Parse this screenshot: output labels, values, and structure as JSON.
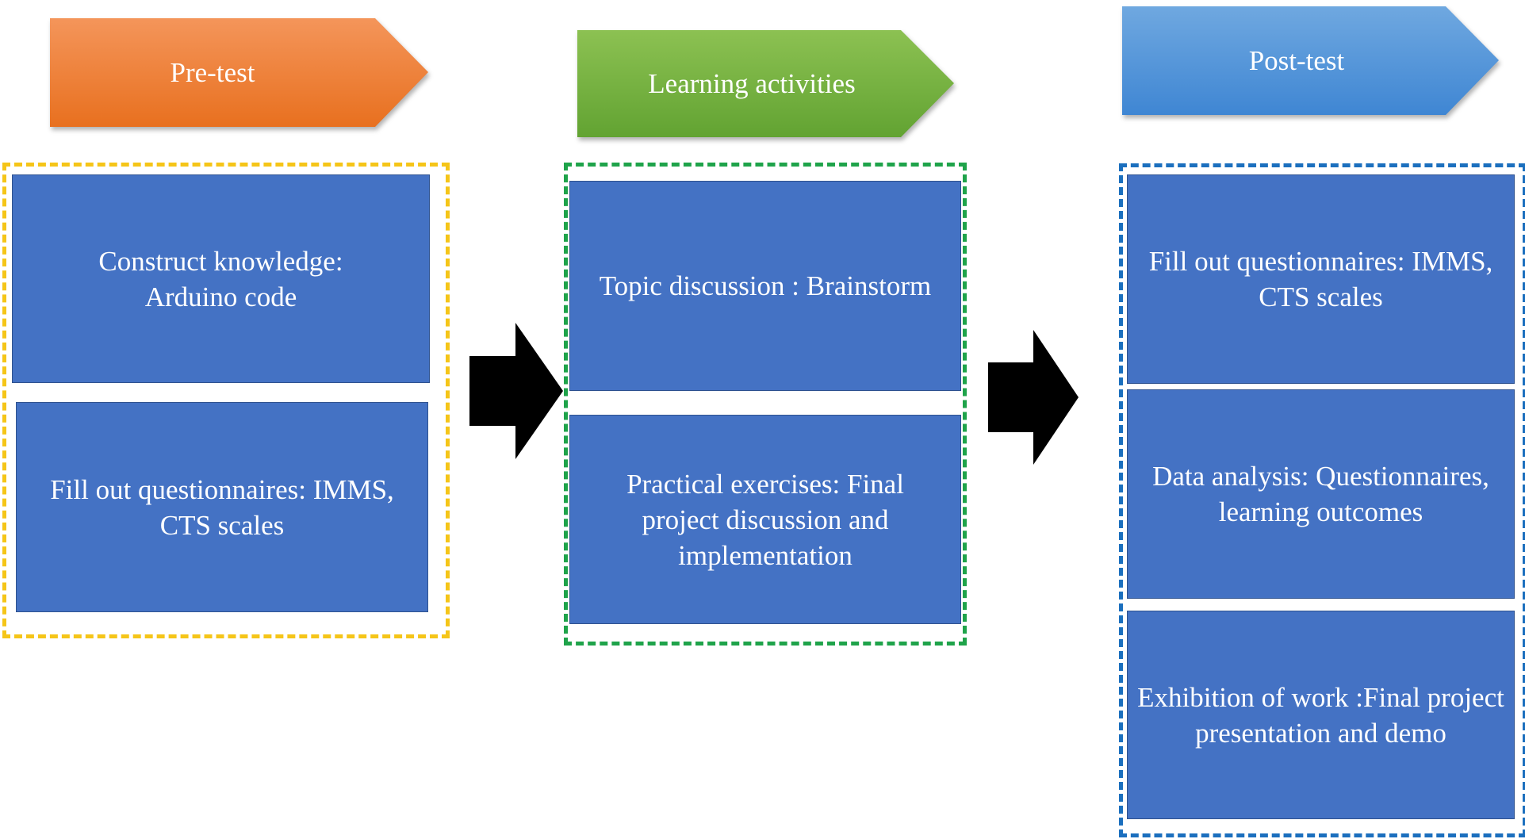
{
  "stages": {
    "pre_test": {
      "title": "Pre-test",
      "color_top": "#f4955a",
      "color_bottom": "#e8701f",
      "frame_color": "#f5c518",
      "boxes": [
        "Construct knowledge: Arduino code",
        "Fill out questionnaires: IMMS, CTS scales"
      ]
    },
    "learning": {
      "title": "Learning activities",
      "color_top": "#8cc152",
      "color_bottom": "#62a332",
      "frame_color": "#1fa34a",
      "boxes": [
        "Topic discussion : Brainstorm",
        "Practical exercises: Final project discussion and implementation"
      ]
    },
    "post_test": {
      "title": "Post-test",
      "color_top": "#6fa8e0",
      "color_bottom": "#3f86d3",
      "frame_color": "#1b6fbe",
      "boxes": [
        "Fill out questionnaires: IMMS, CTS scales",
        "Data analysis: Questionnaires, learning outcomes",
        "Exhibition of work :Final project presentation and demo"
      ]
    }
  },
  "colors": {
    "box_fill": "#4472c4",
    "box_border": "#2f528f",
    "arrow": "#000000"
  }
}
